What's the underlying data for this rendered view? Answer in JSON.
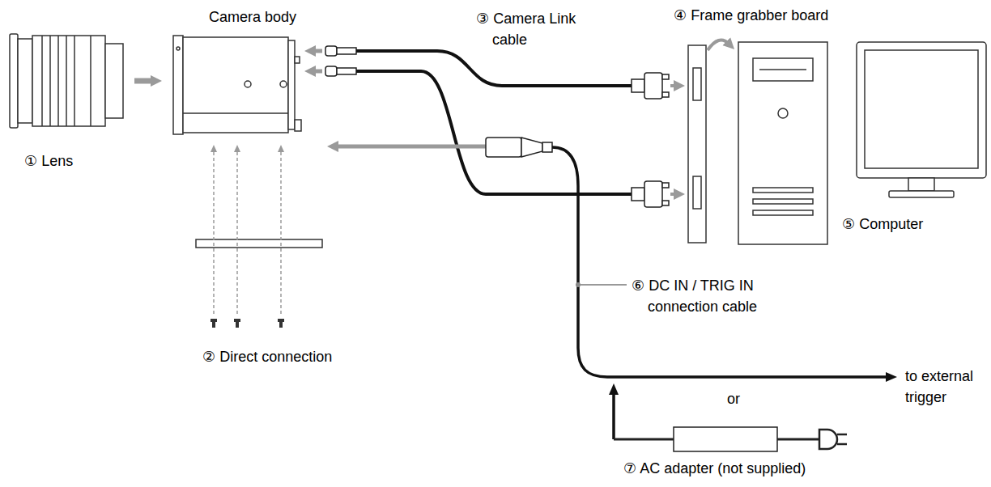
{
  "diagram": {
    "labels": [
      "Camera body",
      "③ Camera Link cable",
      "④ Frame grabber board",
      "① Lens",
      "⑤ Computer",
      "② Direct connection",
      "⑥ DC IN / TRIG IN connection cable",
      "to external trigger",
      "or",
      "⑦ AC adapter (not supplied)"
    ]
  }
}
